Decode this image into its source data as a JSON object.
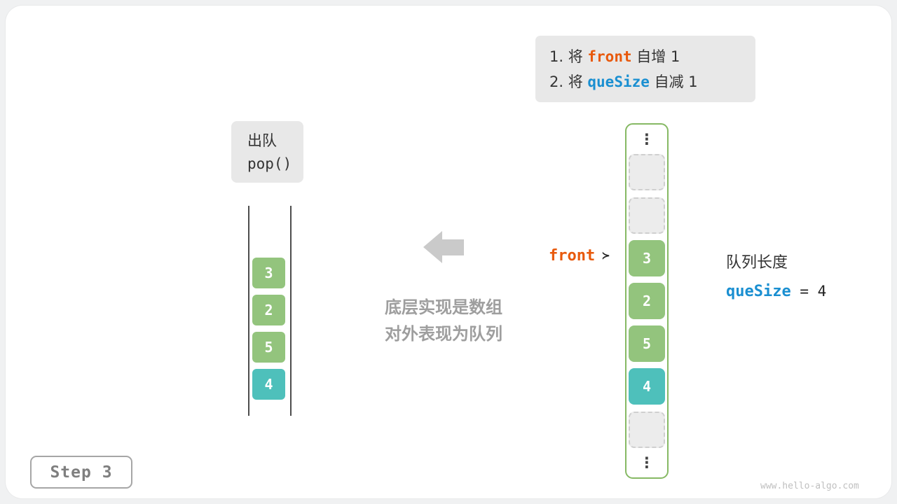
{
  "instruction_box": {
    "line1": {
      "prefix": "1. 将 ",
      "code": "front",
      "suffix": " 自增 1"
    },
    "line2": {
      "prefix": "2. 将 ",
      "code": "queSize",
      "suffix": " 自减 1"
    }
  },
  "operation_label": {
    "line1": "出队",
    "line2": "pop()"
  },
  "abstract_queue": {
    "items": [
      {
        "value": "3",
        "type": "green"
      },
      {
        "value": "2",
        "type": "green"
      },
      {
        "value": "5",
        "type": "green"
      },
      {
        "value": "4",
        "type": "teal"
      }
    ]
  },
  "center_caption": {
    "line1": "底层实现是数组",
    "line2": "对外表现为队列"
  },
  "front_pointer": {
    "label": "front",
    "arrow": "≻"
  },
  "array_column": {
    "ellipsis": "⋮",
    "cells": [
      {
        "value": "",
        "type": "empty"
      },
      {
        "value": "",
        "type": "empty"
      },
      {
        "value": "3",
        "type": "green"
      },
      {
        "value": "2",
        "type": "green"
      },
      {
        "value": "5",
        "type": "green"
      },
      {
        "value": "4",
        "type": "teal"
      },
      {
        "value": "",
        "type": "empty"
      }
    ]
  },
  "queue_length": {
    "title": "队列长度",
    "code": "queSize",
    "rest": " = 4"
  },
  "step_badge": "Step 3",
  "watermark": "www.hello-algo.com",
  "colors": {
    "page_bg": "#f0f1f2",
    "card_bg": "#ffffff",
    "gray_box": "#e8e8e8",
    "green": "#93c47d",
    "teal": "#4ec0bb",
    "orange": "#e8590c",
    "blue": "#1a8fd1",
    "border_green": "#86b964",
    "arrow_gray": "#cacaca",
    "caption_gray": "#9e9e9e",
    "empty_bg": "#ececec",
    "empty_border": "#cfcfcf",
    "line_dark": "#4d4d4d",
    "text_dark": "#333333",
    "step_border": "#a6a6a6",
    "step_text": "#7f7f7f",
    "watermark_gray": "#c0c0c0"
  }
}
